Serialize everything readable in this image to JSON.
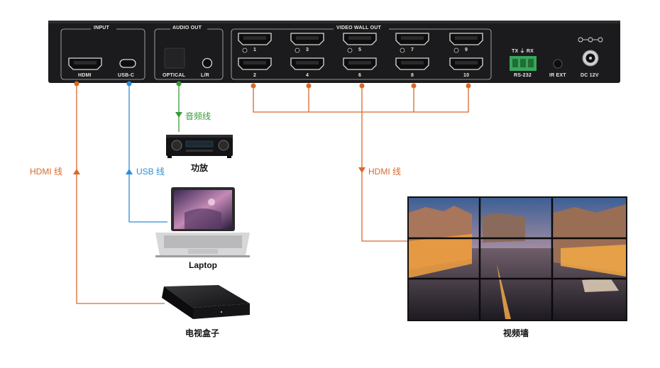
{
  "panel": {
    "input_group": "INPUT",
    "audio_group": "AUDIO OUT",
    "video_group": "VIDEO WALL OUT",
    "hdmi_in": "HDMI",
    "usb_c": "USB-C",
    "optical": "OPTICAL",
    "lr": "L/R",
    "outputs_top": [
      "1",
      "3",
      "5",
      "7",
      "9"
    ],
    "outputs_bottom": [
      "2",
      "4",
      "6",
      "8",
      "10"
    ],
    "rs232_txrx": "TX  ⏚  RX",
    "rs232": "RS-232",
    "ir_ext": "IR EXT",
    "dc": "DC 12V"
  },
  "cables": {
    "hdmi_input": "HDMI 线",
    "usb": "USB 线",
    "audio": "音频线",
    "hdmi_output": "HDMI 线"
  },
  "devices": {
    "amplifier": "功放",
    "laptop": "Laptop",
    "tv_box": "电视盒子",
    "video_wall": "视频墙"
  },
  "colors": {
    "hdmi_line": "#d9692a",
    "usb_line": "#2b8fd8",
    "audio_line": "#3a9a3a",
    "panel": "#1b1b1d"
  }
}
